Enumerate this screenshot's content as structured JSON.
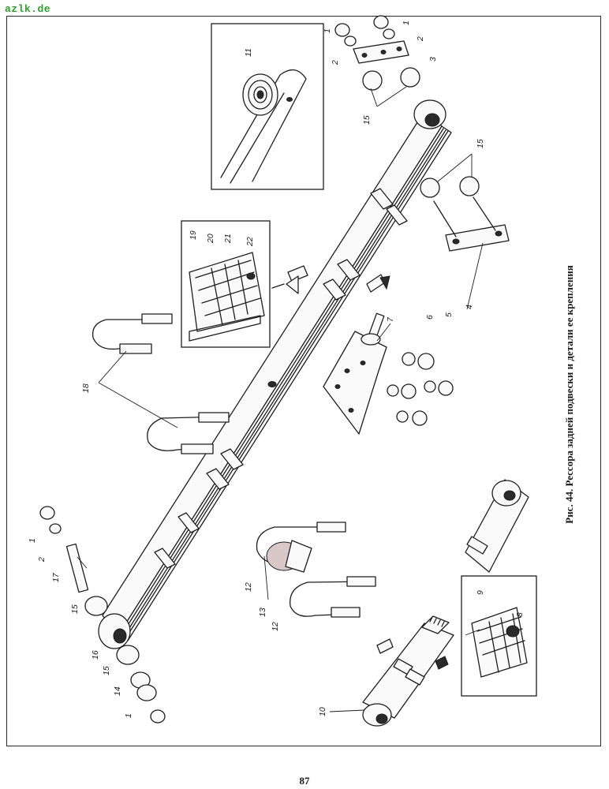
{
  "watermark": "azlk.de",
  "figure": {
    "caption": "Рис. 44. Рессора задней подвески и детали ее крепления"
  },
  "page_number": "87",
  "callouts": {
    "c1a": "1",
    "c1b": "1",
    "c1c": "1",
    "c1d": "1",
    "c2a": "2",
    "c2b": "2",
    "c2c": "2",
    "c3": "3",
    "c4": "4",
    "c5": "5",
    "c6": "6",
    "c7": "7",
    "c8": "8",
    "c9": "9",
    "c10": "10",
    "c11": "11",
    "c12a": "12",
    "c12b": "12",
    "c13": "13",
    "c14": "14",
    "c15a": "15",
    "c15b": "15",
    "c15c": "15",
    "c15d": "15",
    "c16": "16",
    "c17": "17",
    "c18": "18",
    "c19": "19",
    "c20": "20",
    "c21": "21",
    "c22": "22"
  }
}
